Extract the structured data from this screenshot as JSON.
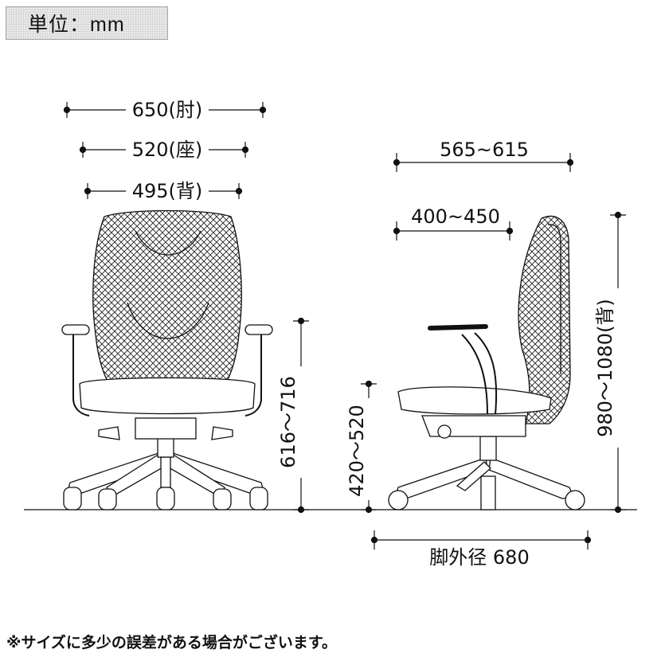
{
  "unit_label": "単位：mm",
  "front_view": {
    "dim_armrest": "650(肘)",
    "dim_seat": "520(座)",
    "dim_back": "495(背)",
    "dim_arm_height": "616〜716"
  },
  "side_view": {
    "dim_overall_depth": "565~615",
    "dim_seat_depth": "400~450",
    "dim_seat_height": "420〜520",
    "dim_total_height": "980〜1080(背)",
    "dim_base_diameter": "脚外径 680"
  },
  "footnote": "※サイズに多少の誤差がある場合がございます。"
}
